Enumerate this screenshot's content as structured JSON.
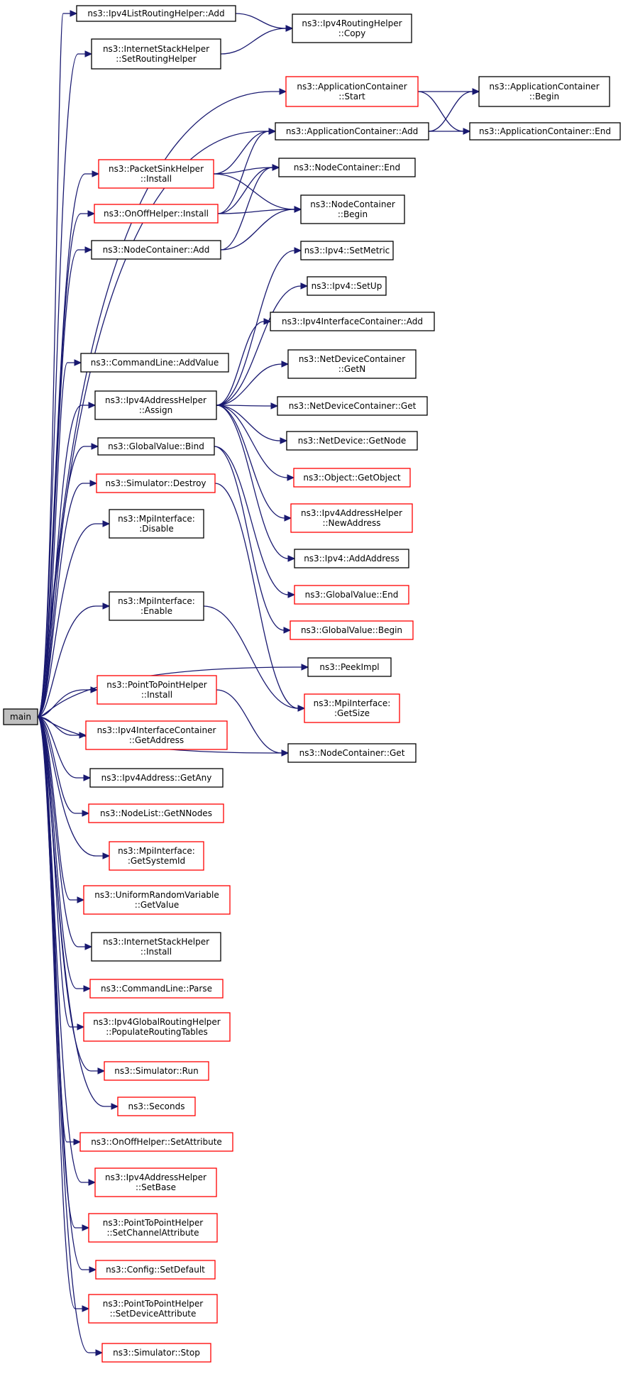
{
  "colors": {
    "edge": "#191970",
    "box_black": "#000000",
    "box_red": "#ff0000",
    "box_root_fill": "#bfbfbf",
    "box_fill": "#ffffff",
    "text": "#000000"
  },
  "nodes": [
    {
      "id": "main",
      "lines": [
        "main"
      ],
      "style": "root"
    },
    {
      "id": "ipv4listroutinghelper-add",
      "lines": [
        "ns3::Ipv4ListRoutingHelper::Add"
      ],
      "style": "black"
    },
    {
      "id": "internetstackhelper-setroutinghelper",
      "lines": [
        "ns3::InternetStackHelper",
        "::SetRoutingHelper"
      ],
      "style": "black"
    },
    {
      "id": "ipv4routinghelper-copy",
      "lines": [
        "ns3::Ipv4RoutingHelper",
        "::Copy"
      ],
      "style": "black"
    },
    {
      "id": "applicationcontainer-start",
      "lines": [
        "ns3::ApplicationContainer",
        "::Start"
      ],
      "style": "red"
    },
    {
      "id": "applicationcontainer-begin",
      "lines": [
        "ns3::ApplicationContainer",
        "::Begin"
      ],
      "style": "black"
    },
    {
      "id": "applicationcontainer-add",
      "lines": [
        "ns3::ApplicationContainer::Add"
      ],
      "style": "black"
    },
    {
      "id": "applicationcontainer-end",
      "lines": [
        "ns3::ApplicationContainer::End"
      ],
      "style": "black"
    },
    {
      "id": "packetsinkhelper-install",
      "lines": [
        "ns3::PacketSinkHelper",
        "::Install"
      ],
      "style": "red"
    },
    {
      "id": "nodecontainer-end",
      "lines": [
        "ns3::NodeContainer::End"
      ],
      "style": "black"
    },
    {
      "id": "onoffhelper-install",
      "lines": [
        "ns3::OnOffHelper::Install"
      ],
      "style": "red"
    },
    {
      "id": "nodecontainer-begin",
      "lines": [
        "ns3::NodeContainer",
        "::Begin"
      ],
      "style": "black"
    },
    {
      "id": "nodecontainer-add",
      "lines": [
        "ns3::NodeContainer::Add"
      ],
      "style": "black"
    },
    {
      "id": "ipv4-setmetric",
      "lines": [
        "ns3::Ipv4::SetMetric"
      ],
      "style": "black"
    },
    {
      "id": "ipv4-setup",
      "lines": [
        "ns3::Ipv4::SetUp"
      ],
      "style": "black"
    },
    {
      "id": "ipv4interfacecontainer-add",
      "lines": [
        "ns3::Ipv4InterfaceContainer::Add"
      ],
      "style": "black"
    },
    {
      "id": "commandline-addvalue",
      "lines": [
        "ns3::CommandLine::AddValue"
      ],
      "style": "black"
    },
    {
      "id": "netdevicecontainer-getn",
      "lines": [
        "ns3::NetDeviceContainer",
        "::GetN"
      ],
      "style": "black"
    },
    {
      "id": "ipv4addresshelper-assign",
      "lines": [
        "ns3::Ipv4AddressHelper",
        "::Assign"
      ],
      "style": "black"
    },
    {
      "id": "netdevicecontainer-get",
      "lines": [
        "ns3::NetDeviceContainer::Get"
      ],
      "style": "black"
    },
    {
      "id": "netdevice-getnode",
      "lines": [
        "ns3::NetDevice::GetNode"
      ],
      "style": "black"
    },
    {
      "id": "globalvalue-bind",
      "lines": [
        "ns3::GlobalValue::Bind"
      ],
      "style": "black"
    },
    {
      "id": "object-getobject",
      "lines": [
        "ns3::Object::GetObject"
      ],
      "style": "red"
    },
    {
      "id": "simulator-destroy",
      "lines": [
        "ns3::Simulator::Destroy"
      ],
      "style": "red"
    },
    {
      "id": "ipv4addresshelper-newaddress",
      "lines": [
        "ns3::Ipv4AddressHelper",
        "::NewAddress"
      ],
      "style": "red"
    },
    {
      "id": "mpiinterface-disable",
      "lines": [
        "ns3::MpiInterface:",
        ":Disable"
      ],
      "style": "black"
    },
    {
      "id": "ipv4-addaddress",
      "lines": [
        "ns3::Ipv4::AddAddress"
      ],
      "style": "black"
    },
    {
      "id": "globalvalue-end",
      "lines": [
        "ns3::GlobalValue::End"
      ],
      "style": "red"
    },
    {
      "id": "mpiinterface-enable",
      "lines": [
        "ns3::MpiInterface:",
        ":Enable"
      ],
      "style": "black"
    },
    {
      "id": "globalvalue-begin",
      "lines": [
        "ns3::GlobalValue::Begin"
      ],
      "style": "red"
    },
    {
      "id": "peekimpl",
      "lines": [
        "ns3::PeekImpl"
      ],
      "style": "black"
    },
    {
      "id": "pointtopointhelper-install",
      "lines": [
        "ns3::PointToPointHelper",
        "::Install"
      ],
      "style": "red"
    },
    {
      "id": "mpiinterface-getsize",
      "lines": [
        "ns3::MpiInterface:",
        ":GetSize"
      ],
      "style": "red"
    },
    {
      "id": "ipv4interfacecontainer-getaddress",
      "lines": [
        "ns3::Ipv4InterfaceContainer",
        "::GetAddress"
      ],
      "style": "red"
    },
    {
      "id": "nodecontainer-get",
      "lines": [
        "ns3::NodeContainer::Get"
      ],
      "style": "black"
    },
    {
      "id": "ipv4address-getany",
      "lines": [
        "ns3::Ipv4Address::GetAny"
      ],
      "style": "black"
    },
    {
      "id": "nodelist-getnnodes",
      "lines": [
        "ns3::NodeList::GetNNodes"
      ],
      "style": "red"
    },
    {
      "id": "mpiinterface-getsystemid",
      "lines": [
        "ns3::MpiInterface:",
        ":GetSystemId"
      ],
      "style": "red"
    },
    {
      "id": "uniformrandomvariable-getvalue",
      "lines": [
        "ns3::UniformRandomVariable",
        "::GetValue"
      ],
      "style": "red"
    },
    {
      "id": "internetstackhelper-install",
      "lines": [
        "ns3::InternetStackHelper",
        "::Install"
      ],
      "style": "black"
    },
    {
      "id": "commandline-parse",
      "lines": [
        "ns3::CommandLine::Parse"
      ],
      "style": "red"
    },
    {
      "id": "ipv4globalroutinghelper-populateroutingtables",
      "lines": [
        "ns3::Ipv4GlobalRoutingHelper",
        "::PopulateRoutingTables"
      ],
      "style": "red"
    },
    {
      "id": "simulator-run",
      "lines": [
        "ns3::Simulator::Run"
      ],
      "style": "red"
    },
    {
      "id": "seconds",
      "lines": [
        "ns3::Seconds"
      ],
      "style": "red"
    },
    {
      "id": "onoffhelper-setattribute",
      "lines": [
        "ns3::OnOffHelper::SetAttribute"
      ],
      "style": "red"
    },
    {
      "id": "ipv4addresshelper-setbase",
      "lines": [
        "ns3::Ipv4AddressHelper",
        "::SetBase"
      ],
      "style": "red"
    },
    {
      "id": "pointtopointhelper-setchannelattribute",
      "lines": [
        "ns3::PointToPointHelper",
        "::SetChannelAttribute"
      ],
      "style": "red"
    },
    {
      "id": "config-setdefault",
      "lines": [
        "ns3::Config::SetDefault"
      ],
      "style": "red"
    },
    {
      "id": "pointtopointhelper-setdeviceattribute",
      "lines": [
        "ns3::PointToPointHelper",
        "::SetDeviceAttribute"
      ],
      "style": "red"
    },
    {
      "id": "simulator-stop",
      "lines": [
        "ns3::Simulator::Stop"
      ],
      "style": "red"
    }
  ],
  "edges": [
    {
      "from": "main",
      "to": "ipv4listroutinghelper-add"
    },
    {
      "from": "main",
      "to": "internetstackhelper-setroutinghelper"
    },
    {
      "from": "main",
      "to": "applicationcontainer-start"
    },
    {
      "from": "main",
      "to": "applicationcontainer-add"
    },
    {
      "from": "main",
      "to": "packetsinkhelper-install"
    },
    {
      "from": "main",
      "to": "onoffhelper-install"
    },
    {
      "from": "main",
      "to": "nodecontainer-add"
    },
    {
      "from": "main",
      "to": "commandline-addvalue"
    },
    {
      "from": "main",
      "to": "ipv4addresshelper-assign"
    },
    {
      "from": "main",
      "to": "globalvalue-bind"
    },
    {
      "from": "main",
      "to": "simulator-destroy"
    },
    {
      "from": "main",
      "to": "mpiinterface-disable"
    },
    {
      "from": "main",
      "to": "peekimpl"
    },
    {
      "from": "main",
      "to": "mpiinterface-enable"
    },
    {
      "from": "main",
      "to": "nodecontainer-get"
    },
    {
      "from": "main",
      "to": "pointtopointhelper-install"
    },
    {
      "from": "main",
      "to": "ipv4interfacecontainer-getaddress"
    },
    {
      "from": "main",
      "to": "ipv4address-getany"
    },
    {
      "from": "main",
      "to": "nodelist-getnnodes"
    },
    {
      "from": "main",
      "to": "mpiinterface-getsystemid"
    },
    {
      "from": "main",
      "to": "uniformrandomvariable-getvalue"
    },
    {
      "from": "main",
      "to": "internetstackhelper-install"
    },
    {
      "from": "main",
      "to": "commandline-parse"
    },
    {
      "from": "main",
      "to": "ipv4globalroutinghelper-populateroutingtables"
    },
    {
      "from": "main",
      "to": "simulator-run"
    },
    {
      "from": "main",
      "to": "seconds"
    },
    {
      "from": "main",
      "to": "onoffhelper-setattribute"
    },
    {
      "from": "main",
      "to": "ipv4addresshelper-setbase"
    },
    {
      "from": "main",
      "to": "pointtopointhelper-setchannelattribute"
    },
    {
      "from": "main",
      "to": "config-setdefault"
    },
    {
      "from": "main",
      "to": "pointtopointhelper-setdeviceattribute"
    },
    {
      "from": "main",
      "to": "simulator-stop"
    },
    {
      "from": "ipv4listroutinghelper-add",
      "to": "ipv4routinghelper-copy"
    },
    {
      "from": "internetstackhelper-setroutinghelper",
      "to": "ipv4routinghelper-copy"
    },
    {
      "from": "applicationcontainer-start",
      "to": "applicationcontainer-begin"
    },
    {
      "from": "applicationcontainer-start",
      "to": "applicationcontainer-end"
    },
    {
      "from": "applicationcontainer-add",
      "to": "applicationcontainer-begin"
    },
    {
      "from": "applicationcontainer-add",
      "to": "applicationcontainer-end"
    },
    {
      "from": "packetsinkhelper-install",
      "to": "applicationcontainer-add"
    },
    {
      "from": "packetsinkhelper-install",
      "to": "nodecontainer-end"
    },
    {
      "from": "packetsinkhelper-install",
      "to": "nodecontainer-begin"
    },
    {
      "from": "onoffhelper-install",
      "to": "applicationcontainer-add"
    },
    {
      "from": "onoffhelper-install",
      "to": "nodecontainer-end"
    },
    {
      "from": "onoffhelper-install",
      "to": "nodecontainer-begin"
    },
    {
      "from": "nodecontainer-add",
      "to": "nodecontainer-end"
    },
    {
      "from": "nodecontainer-add",
      "to": "nodecontainer-begin"
    },
    {
      "from": "ipv4addresshelper-assign",
      "to": "ipv4-setmetric"
    },
    {
      "from": "ipv4addresshelper-assign",
      "to": "ipv4-setup"
    },
    {
      "from": "ipv4addresshelper-assign",
      "to": "ipv4interfacecontainer-add"
    },
    {
      "from": "ipv4addresshelper-assign",
      "to": "netdevicecontainer-getn"
    },
    {
      "from": "ipv4addresshelper-assign",
      "to": "netdevicecontainer-get"
    },
    {
      "from": "ipv4addresshelper-assign",
      "to": "netdevice-getnode"
    },
    {
      "from": "ipv4addresshelper-assign",
      "to": "object-getobject"
    },
    {
      "from": "ipv4addresshelper-assign",
      "to": "ipv4addresshelper-newaddress"
    },
    {
      "from": "ipv4addresshelper-assign",
      "to": "ipv4-addaddress"
    },
    {
      "from": "globalvalue-bind",
      "to": "globalvalue-end"
    },
    {
      "from": "globalvalue-bind",
      "to": "globalvalue-begin"
    },
    {
      "from": "simulator-destroy",
      "to": "mpiinterface-getsize"
    },
    {
      "from": "mpiinterface-enable",
      "to": "mpiinterface-getsize"
    },
    {
      "from": "pointtopointhelper-install",
      "to": "nodecontainer-get"
    }
  ]
}
